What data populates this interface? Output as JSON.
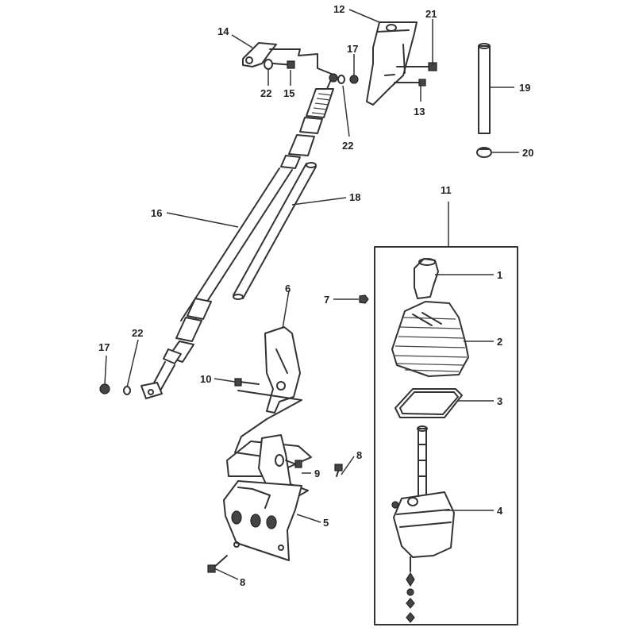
{
  "callouts": {
    "c1": "1",
    "c2": "2",
    "c3": "3",
    "c4": "4",
    "c5": "5",
    "c6": "6",
    "c7": "7",
    "c8a": "8",
    "c8b": "8",
    "c9": "9",
    "c10": "10",
    "c11": "11",
    "c12": "12",
    "c13": "13",
    "c14": "14",
    "c15": "15",
    "c16": "16",
    "c17a": "17",
    "c17b": "17",
    "c18": "18",
    "c19": "19",
    "c20": "20",
    "c21": "21",
    "c22a": "22",
    "c22b": "22",
    "c22c": "22"
  },
  "colors": {
    "line": "#333333",
    "background": "#ffffff"
  }
}
